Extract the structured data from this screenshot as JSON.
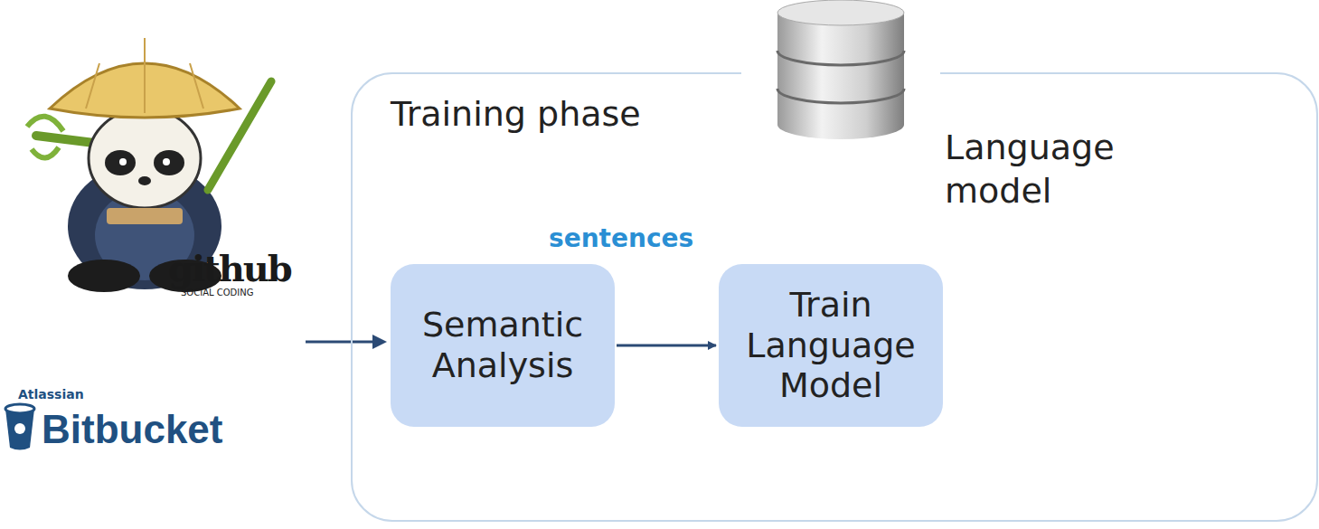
{
  "diagram": {
    "nodes": [
      {
        "text": [
          "Training phase"
        ]
      },
      {
        "text": [
          "Semantic Analysis"
        ],
        "in": 0
      },
      {
        "text": [
          "Train Language Model"
        ],
        "in": 0
      }
    ],
    "edges": [
      {
        "from": 1,
        "to": 2,
        "arrow": "to"
      }
    ],
    "labels": [
      "Language model",
      "sentences",
      "github",
      "SOCIAL CODING",
      "Atlassian",
      "Bitbucket"
    ]
  }
}
